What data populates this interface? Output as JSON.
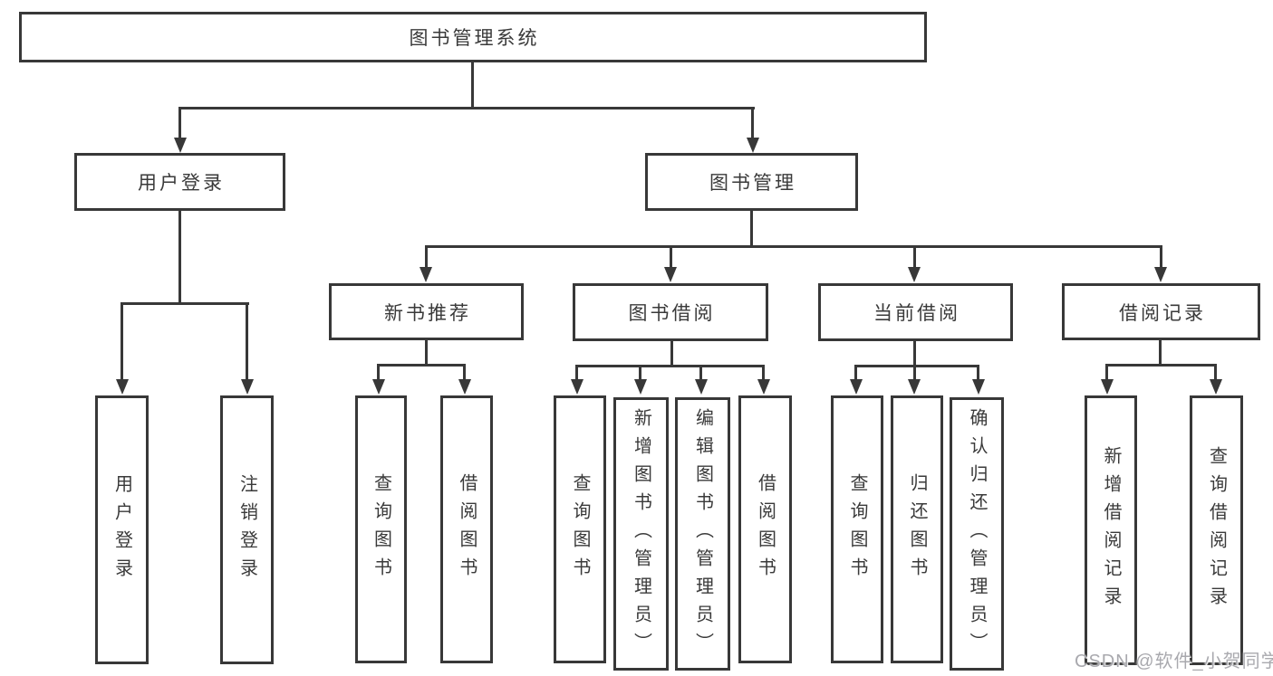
{
  "diagram": {
    "root": "图书管理系统",
    "branches": [
      {
        "label": "用户登录",
        "children": [
          "用户登录",
          "注销登录"
        ]
      },
      {
        "label": "图书管理",
        "groups": [
          {
            "label": "新书推荐",
            "children": [
              "查询图书",
              "借阅图书"
            ]
          },
          {
            "label": "图书借阅",
            "children": [
              "查询图书",
              "新增图书（管理员）",
              "编辑图书（管理员）",
              "借阅图书"
            ]
          },
          {
            "label": "当前借阅",
            "children": [
              "查询图书",
              "归还图书",
              "确认归还（管理员）"
            ]
          },
          {
            "label": "借阅记录",
            "children": [
              "新增借阅记录",
              "查询借阅记录"
            ]
          }
        ]
      }
    ]
  },
  "watermark": "CSDN @软件_小贺同学",
  "colors": {
    "line": "#383838",
    "text": "#3a3a3a",
    "watermark": "#a9a9ae",
    "background": "#ffffff"
  }
}
